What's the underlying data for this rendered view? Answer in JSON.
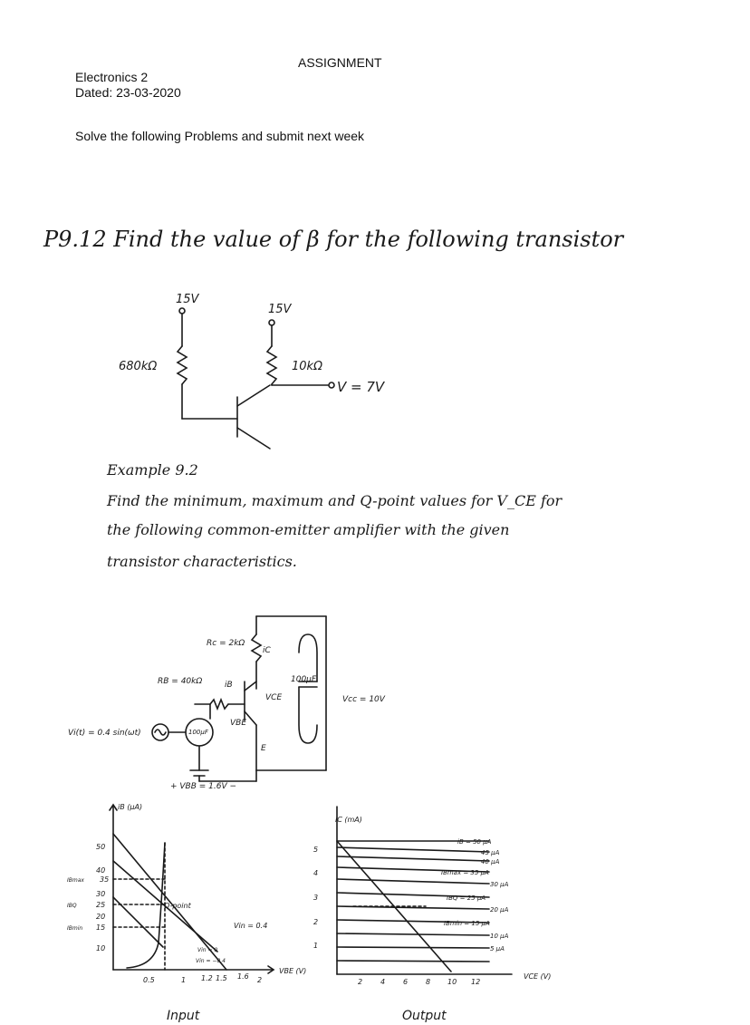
{
  "header": {
    "title": "ASSIGNMENT",
    "course": "Electronics 2",
    "date": "Dated: 23-03-2020",
    "instruction": "Solve the following Problems and submit next week"
  },
  "problem_1": {
    "statement": "P9.12 Find the value of β for the following transistor",
    "supply_left": "15V",
    "supply_right": "15V",
    "base_resistor": "680kΩ",
    "collector_resistor": "10kΩ",
    "output_voltage": "V = 7V"
  },
  "problem_2": {
    "heading": "Example 9.2",
    "line1": "Find the minimum, maximum and Q-point values for V_CE for",
    "line2": "the following common-emitter amplifier with the given",
    "line3": "transistor characteristics.",
    "rc_label": "Rc = 2kΩ",
    "rb_label": "RB = 40kΩ",
    "ib_label": "iB",
    "ic_label": "iC",
    "vce_label": "VCE",
    "vbe_label": "VBE",
    "vcc_label": "Vcc = 10V",
    "cap_label": "100μF",
    "cap2_label": "100μF",
    "vi_label": "Vi(t) = 0.4 sin(ωt)",
    "vbb_label": "+ VBB = 1.6V −",
    "emitter_label": "E"
  },
  "input_graph": {
    "ylabel": "iB (μA)",
    "xlabel": "VBE (V)",
    "yticks": [
      "50",
      "40",
      "35",
      "30",
      "25",
      "20",
      "15",
      "10"
    ],
    "ytick_notes": [
      "IBmax",
      "IBQ",
      "IBmin"
    ],
    "xticks": [
      "0.5",
      "1",
      "1.2",
      "1.5",
      "1.6",
      "2"
    ],
    "annotations": [
      "Q-point",
      "Vin = 0.4",
      "Vin = 0",
      "Vin = −0.4"
    ],
    "caption": "Input"
  },
  "output_graph": {
    "ylabel": "iC (mA)",
    "xlabel": "VCE (V)",
    "yticks": [
      "5",
      "4",
      "3",
      "2",
      "1"
    ],
    "xticks": [
      "2",
      "4",
      "6",
      "8",
      "10",
      "12"
    ],
    "curves": [
      "iB = 50 μA",
      "45 μA",
      "40 μA",
      "IBmax = 35 μA",
      "30 μA",
      "IBQ = 25 μA",
      "20 μA",
      "IBmin = 15 μA",
      "10 μA",
      "5 μA"
    ],
    "caption": "Output"
  }
}
